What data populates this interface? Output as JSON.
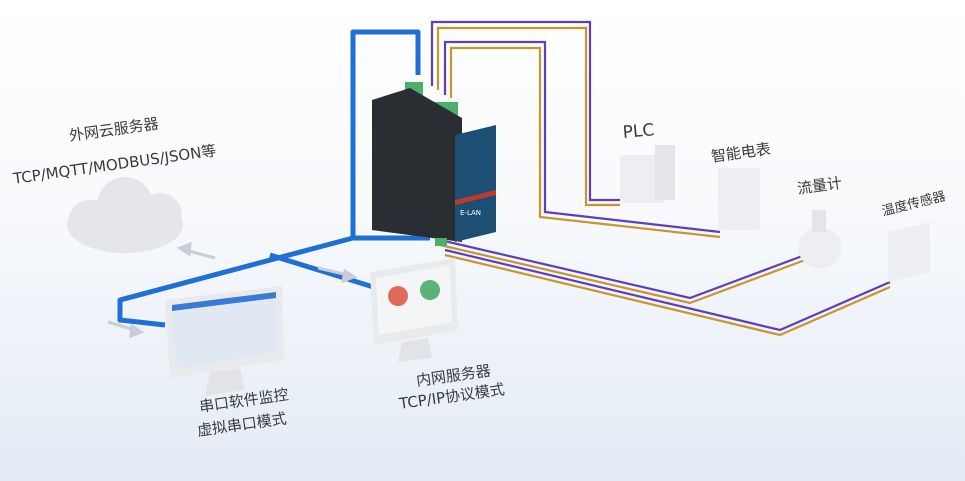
{
  "labels": {
    "cloud_title": "外网云服务器",
    "cloud_protocols": "TCP/MQTT/MODBUS/JSON等",
    "serial_monitor": "串口软件监控",
    "virtual_serial": "虚拟串口模式",
    "lan_server": "内网服务器",
    "tcpip_mode": "TCP/IP协议模式",
    "plc": "PLC",
    "smart_meter": "智能电表",
    "flow_meter": "流量计",
    "temp_sensor": "温度传感器"
  },
  "device": {
    "brand": "E-LAN"
  },
  "colors": {
    "ethernet_cable": "#1f6fd6",
    "cable_purple": "#5b3fbf",
    "cable_orange": "#c9962e",
    "device_body": "#2a2d31",
    "device_panel": "#1d4f74"
  }
}
